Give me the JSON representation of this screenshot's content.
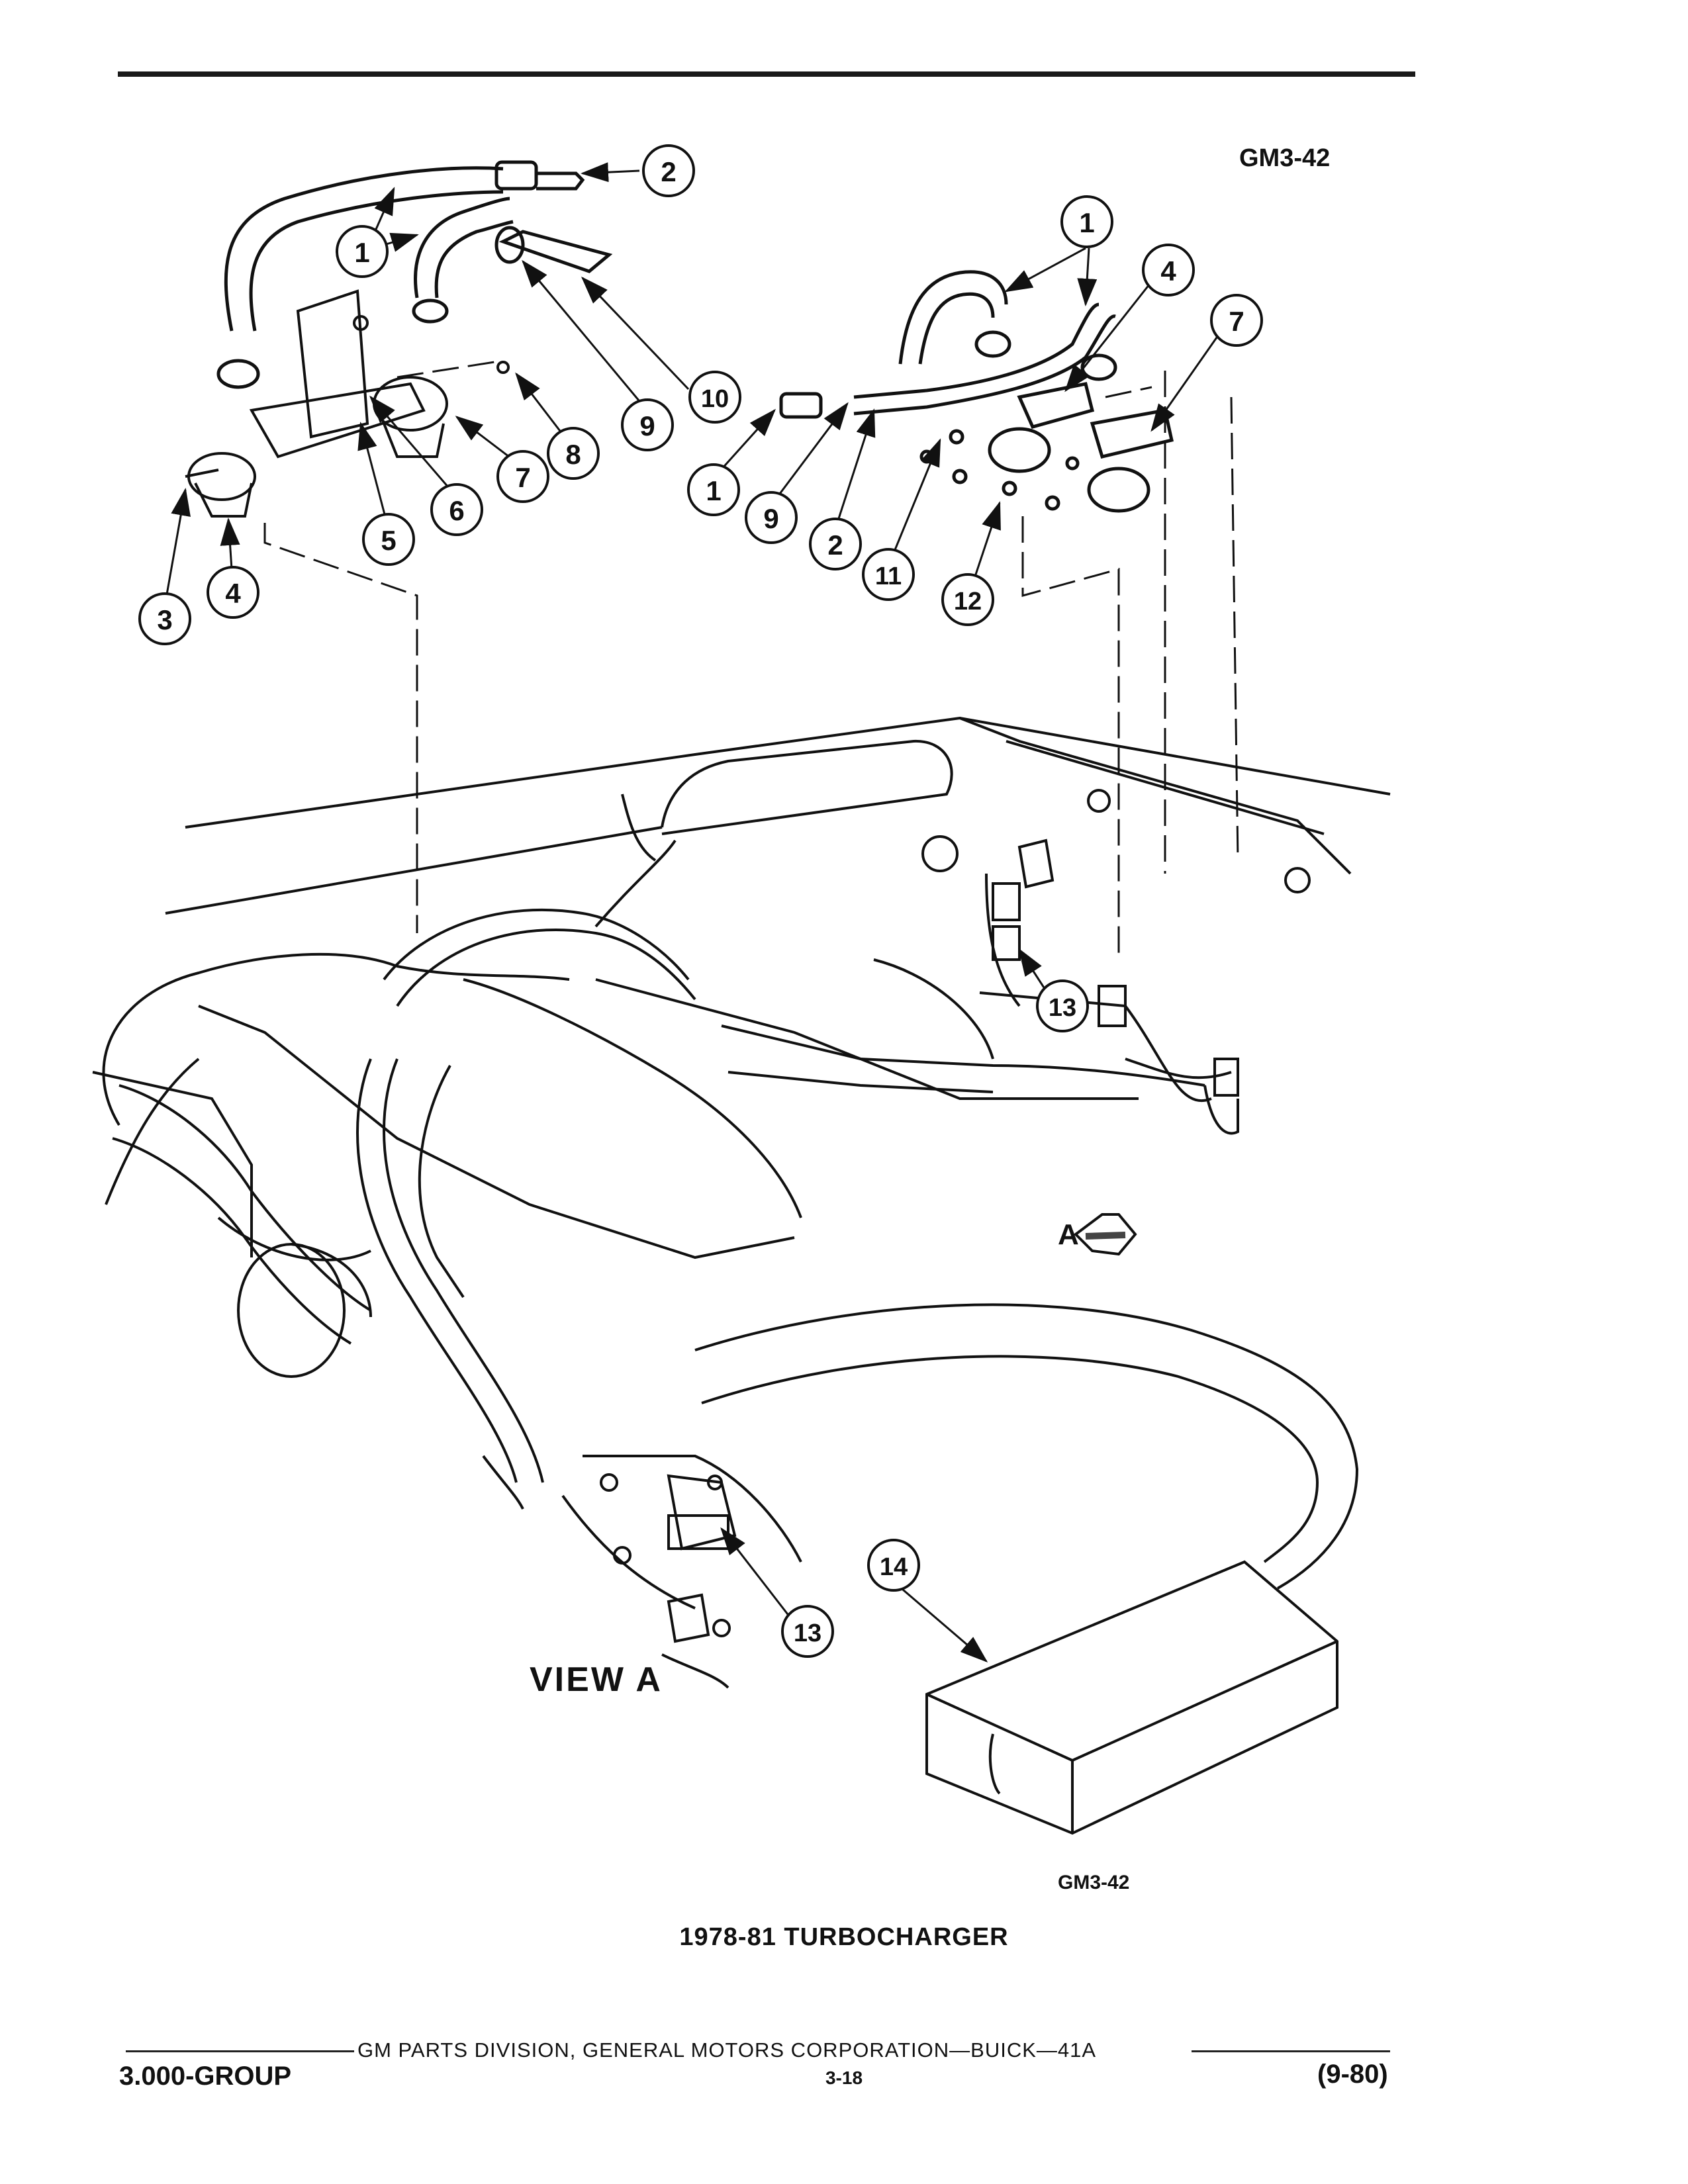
{
  "header": {
    "figure_id": "GM3-42"
  },
  "diagram": {
    "figure_id": "GM3-42",
    "view_label": "VIEW A",
    "view_arrow_label": "A",
    "callouts": [
      "1",
      "2",
      "3",
      "4",
      "5",
      "6",
      "7",
      "8",
      "9",
      "10",
      "11",
      "12",
      "13",
      "14"
    ]
  },
  "caption": "1978-81 TURBOCHARGER",
  "footer": {
    "center": "GM PARTS DIVISION, GENERAL MOTORS CORPORATION—BUICK—41A",
    "group": "3.000-GROUP",
    "page": "3-18",
    "date": "(9-80)"
  }
}
